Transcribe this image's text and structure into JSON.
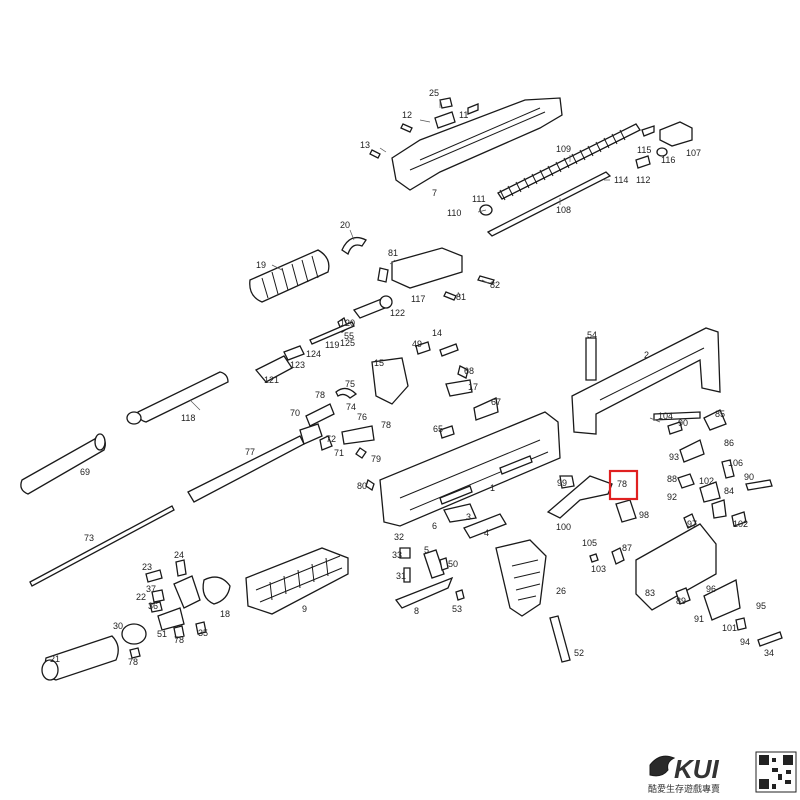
{
  "colors": {
    "highlight": "#e02020",
    "line": "#1a1a1a"
  },
  "highlighted_part": "78",
  "part_labels": [
    "25",
    "12",
    "11",
    "13",
    "7",
    "109",
    "110",
    "111",
    "108",
    "107",
    "115",
    "116",
    "114",
    "112",
    "20",
    "19",
    "81",
    "82",
    "117",
    "81",
    "122",
    "120",
    "55",
    "125",
    "119",
    "124",
    "123",
    "121",
    "118",
    "69",
    "73",
    "77",
    "78",
    "75",
    "70",
    "74",
    "76",
    "72",
    "71",
    "79",
    "80",
    "15",
    "68",
    "49",
    "14",
    "17",
    "67",
    "65",
    "78",
    "1",
    "2",
    "54",
    "104",
    "85",
    "90",
    "86",
    "106",
    "93",
    "99",
    "78",
    "98",
    "88",
    "102",
    "92",
    "84",
    "90",
    "97",
    "102",
    "100",
    "105",
    "87",
    "103",
    "83",
    "89",
    "96",
    "91",
    "95",
    "101",
    "94",
    "34",
    "3",
    "6",
    "4",
    "32",
    "33",
    "5",
    "50",
    "31",
    "53",
    "8",
    "26",
    "52",
    "9",
    "24",
    "23",
    "22",
    "37",
    "36",
    "35",
    "78",
    "51",
    "30",
    "21",
    "78",
    "18"
  ],
  "logo": {
    "brand": "KUI",
    "tagline": "酷愛生存遊戲專賣"
  },
  "qr_icon": "qr-code-icon"
}
